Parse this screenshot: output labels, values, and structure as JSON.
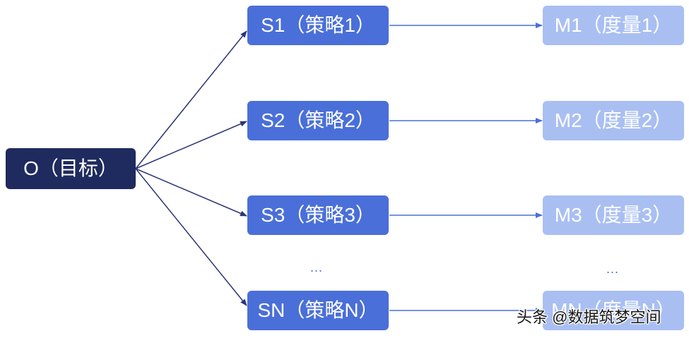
{
  "goal": {
    "label": "O（目标）"
  },
  "strategies": [
    {
      "label": "S1（策略1）"
    },
    {
      "label": "S2（策略2）"
    },
    {
      "label": "S3（策略3）"
    },
    {
      "label": "SN（策略N）"
    }
  ],
  "metrics": [
    {
      "label": "M1（度量1）"
    },
    {
      "label": "M2（度量2）"
    },
    {
      "label": "M3（度量3）"
    },
    {
      "label": "MN（度量N）"
    }
  ],
  "ellipsis": {
    "strategies": "...",
    "metrics": "..."
  },
  "watermark": "头条 @数据筑梦空间",
  "colors": {
    "goal": "#1f2a5e",
    "strategy": "#4a6fd8",
    "metric": "#a9bff2",
    "goal_edge": "#2b3576",
    "strategy_edge": "#4a6fd8",
    "node_text": "#ffffff"
  }
}
